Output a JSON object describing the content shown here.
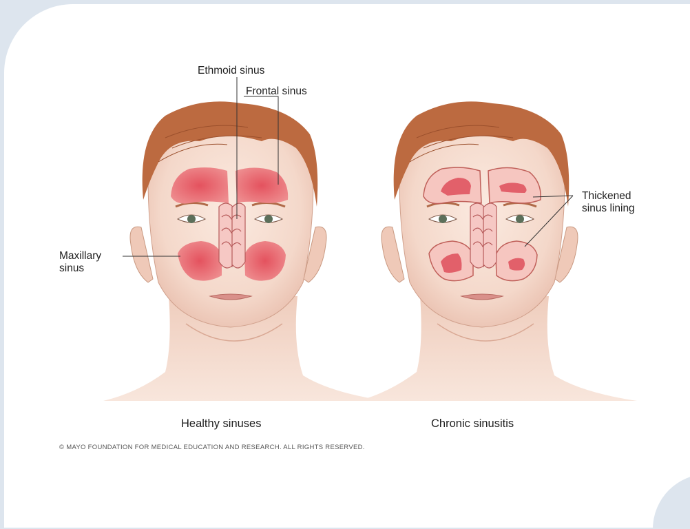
{
  "labels": {
    "ethmoid": "Ethmoid sinus",
    "frontal": "Frontal sinus",
    "maxillary_line1": "Maxillary",
    "maxillary_line2": "sinus",
    "thickened_line1": "Thickened",
    "thickened_line2": "sinus lining"
  },
  "captions": {
    "left": "Healthy sinuses",
    "right": "Chronic sinusitis"
  },
  "credit": "© MAYO FOUNDATION FOR MEDICAL EDUCATION AND RESEARCH. ALL RIGHTS RESERVED.",
  "colors": {
    "background": "#dde5ee",
    "card": "#ffffff",
    "skin": "#f6e0d4",
    "hair": "#b8653c",
    "sinus_fill": "#e2606a",
    "sinus_light": "#f4b4b4",
    "leader_line": "#333333"
  }
}
